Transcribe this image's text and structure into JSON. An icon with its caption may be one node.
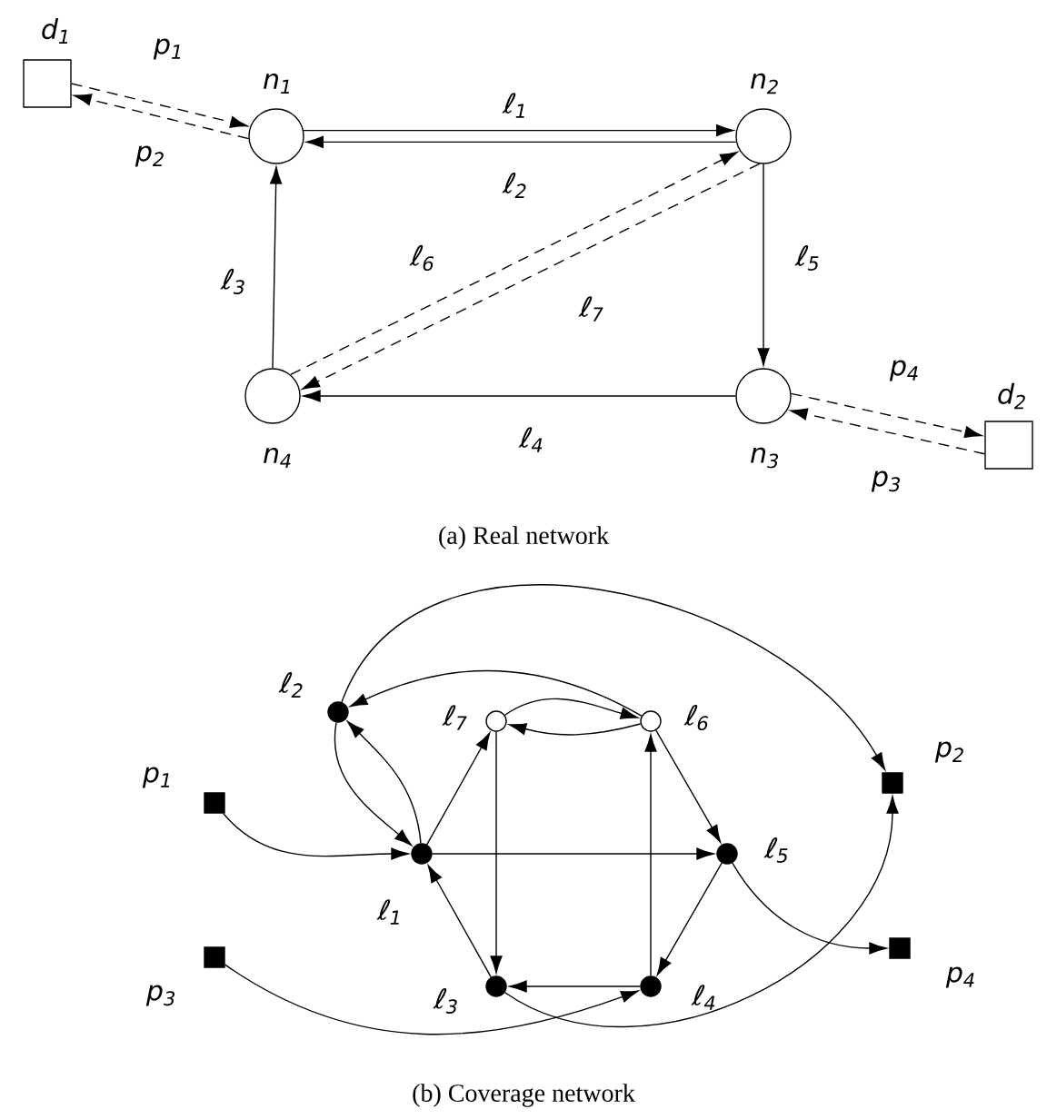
{
  "diagram": {
    "nodes": [
      {
        "text": [
          "d$_{1}$"
        ]
      },
      {
        "text": [
          "n$_{1}$"
        ]
      },
      {
        "text": [
          "n$_{2}$"
        ]
      },
      {
        "text": [
          "n$_{3}$"
        ]
      },
      {
        "text": [
          "n$_{4}$"
        ]
      },
      {
        "text": [
          "d$_{2}$"
        ]
      },
      {
        "text": [
          "ℓ$_{2}$"
        ]
      },
      {
        "text": [
          "ℓ$_{7}$"
        ]
      },
      {
        "text": [
          "ℓ$_{6}$"
        ]
      },
      {
        "text": [
          "p$_{1}$"
        ]
      },
      {
        "text": [
          "p$_{2}$"
        ]
      },
      {
        "text": [
          "ℓ$_{1}$"
        ]
      },
      {
        "text": [
          "ℓ$_{5}$"
        ]
      },
      {
        "text": [
          "p$_{3}$"
        ]
      },
      {
        "text": [
          "p$_{4}$"
        ]
      },
      {
        "text": [
          "ℓ$_{3}$"
        ]
      },
      {
        "text": [
          "ℓ$_{4}$"
        ]
      }
    ],
    "edges": [
      {
        "from": 0,
        "to": 1,
        "arrow": "to",
        "style": "dashed",
        "label": "p$_{1}$"
      },
      {
        "from": 1,
        "to": 0,
        "arrow": "to",
        "style": "dashed",
        "label": "p$_{2}$"
      },
      {
        "from": 1,
        "to": 2,
        "arrow": "to",
        "label": "ℓ$_{1}$"
      },
      {
        "from": 2,
        "to": 1,
        "arrow": "to",
        "label": "ℓ$_{2}$"
      },
      {
        "from": 4,
        "to": 1,
        "arrow": "to",
        "label": "ℓ$_{3}$"
      },
      {
        "from": 3,
        "to": 4,
        "arrow": "to",
        "label": "ℓ$_{4}$"
      },
      {
        "from": 2,
        "to": 3,
        "arrow": "to",
        "label": "ℓ$_{5}$"
      },
      {
        "from": 4,
        "to": 2,
        "arrow": "to",
        "style": "dashed",
        "label": "ℓ$_{6}$"
      },
      {
        "from": 2,
        "to": 4,
        "arrow": "to",
        "style": "dashed",
        "label": "ℓ$_{7}$"
      },
      {
        "from": 3,
        "to": 5,
        "arrow": "to",
        "style": "dashed",
        "label": "p$_{4}$"
      },
      {
        "from": 5,
        "to": 3,
        "arrow": "to",
        "style": "dashed",
        "label": "p$_{3}$"
      },
      {
        "from": 9,
        "to": 11,
        "arrow": "to"
      },
      {
        "from": 11,
        "to": 6,
        "arrow": "to"
      },
      {
        "from": 6,
        "to": 11,
        "arrow": "to"
      },
      {
        "from": 11,
        "to": 7,
        "arrow": "to"
      },
      {
        "from": 11,
        "to": 12,
        "arrow": "to"
      },
      {
        "from": 15,
        "to": 11,
        "arrow": "to"
      },
      {
        "from": 7,
        "to": 15,
        "arrow": "to"
      },
      {
        "from": 16,
        "to": 8,
        "arrow": "to"
      },
      {
        "from": 16,
        "to": 15,
        "arrow": "to"
      },
      {
        "from": 7,
        "to": 8,
        "arrow": "to"
      },
      {
        "from": 8,
        "to": 7,
        "arrow": "to"
      },
      {
        "from": 8,
        "to": 12,
        "arrow": "to"
      },
      {
        "from": 12,
        "to": 16,
        "arrow": "to"
      },
      {
        "from": 12,
        "to": 14,
        "arrow": "to"
      },
      {
        "from": 8,
        "to": 6,
        "arrow": "to"
      },
      {
        "from": 6,
        "to": 10,
        "arrow": "to"
      },
      {
        "from": 13,
        "to": 16,
        "arrow": "to"
      },
      {
        "from": 15,
        "to": 10,
        "arrow": "to"
      }
    ],
    "labels": [
      "(a) Real network",
      "(b) Coverage network"
    ]
  }
}
